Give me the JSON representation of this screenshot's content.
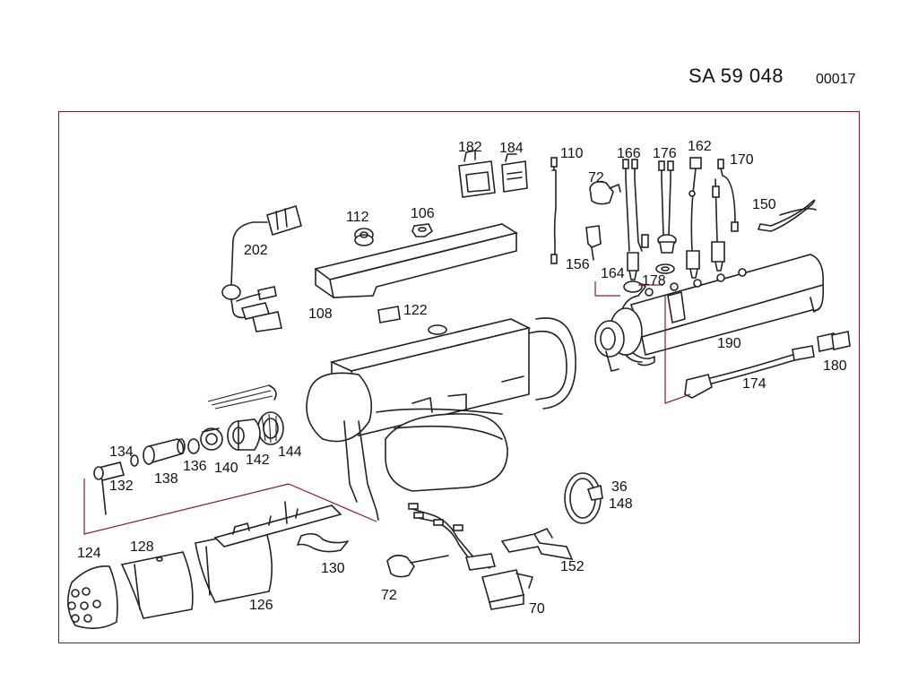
{
  "header": {
    "code": "SA  59 048",
    "sub": "00017"
  },
  "labels": [
    {
      "id": "182",
      "text": "182"
    },
    {
      "id": "184",
      "text": "184"
    },
    {
      "id": "110",
      "text": "110"
    },
    {
      "id": "166",
      "text": "166"
    },
    {
      "id": "176",
      "text": "176"
    },
    {
      "id": "162",
      "text": "162"
    },
    {
      "id": "170",
      "text": "170"
    },
    {
      "id": "72a",
      "text": "72"
    },
    {
      "id": "150",
      "text": "150"
    },
    {
      "id": "112",
      "text": "112"
    },
    {
      "id": "106",
      "text": "106"
    },
    {
      "id": "202",
      "text": "202"
    },
    {
      "id": "156",
      "text": "156"
    },
    {
      "id": "164",
      "text": "164"
    },
    {
      "id": "178",
      "text": "178"
    },
    {
      "id": "108",
      "text": "108"
    },
    {
      "id": "122",
      "text": "122"
    },
    {
      "id": "190",
      "text": "190"
    },
    {
      "id": "180",
      "text": "180"
    },
    {
      "id": "174",
      "text": "174"
    },
    {
      "id": "134",
      "text": "134"
    },
    {
      "id": "144",
      "text": "144"
    },
    {
      "id": "142",
      "text": "142"
    },
    {
      "id": "136",
      "text": "136"
    },
    {
      "id": "140",
      "text": "140"
    },
    {
      "id": "138",
      "text": "138"
    },
    {
      "id": "132",
      "text": "132"
    },
    {
      "id": "36",
      "text": "36"
    },
    {
      "id": "148",
      "text": "148"
    },
    {
      "id": "124",
      "text": "124"
    },
    {
      "id": "128",
      "text": "128"
    },
    {
      "id": "130",
      "text": "130"
    },
    {
      "id": "152",
      "text": "152"
    },
    {
      "id": "126",
      "text": "126"
    },
    {
      "id": "72b",
      "text": "72"
    },
    {
      "id": "70",
      "text": "70"
    }
  ]
}
